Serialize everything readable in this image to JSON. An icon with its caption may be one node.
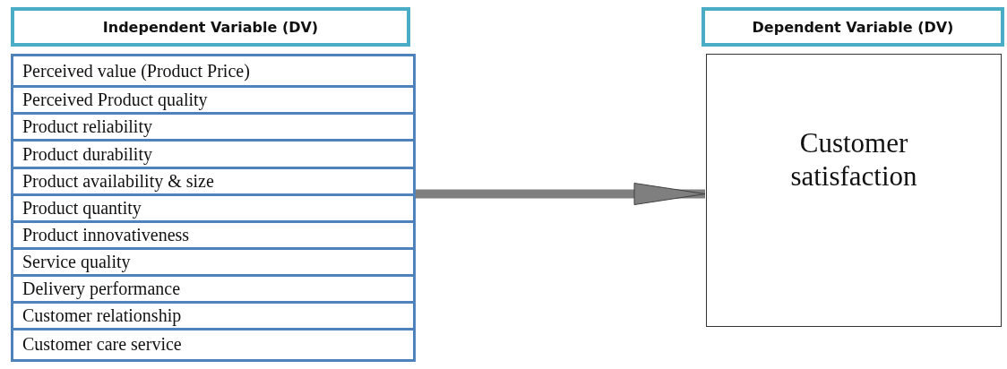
{
  "diagram": {
    "nodes": [
      {
        "text": [
          "Independent Variable (DV)"
        ]
      },
      {
        "text": [],
        "shape": "box"
      },
      {
        "text": [
          "Perceived value (Product Price)"
        ],
        "in": 1
      },
      {
        "text": [
          "Perceived Product quality"
        ],
        "in": 1
      },
      {
        "text": [
          "Product reliability"
        ],
        "in": 1
      },
      {
        "text": [
          "Product durability"
        ],
        "in": 1
      },
      {
        "text": [
          "Product availability & size"
        ],
        "in": 1
      },
      {
        "text": [
          "Product quantity"
        ],
        "in": 1
      },
      {
        "text": [
          "Product innovativeness"
        ],
        "in": 1
      },
      {
        "text": [
          "Service quality"
        ],
        "in": 1
      },
      {
        "text": [
          "Delivery performance"
        ],
        "in": 1
      },
      {
        "text": [
          "Customer relationship"
        ],
        "in": 1
      },
      {
        "text": [
          "Customer care service"
        ],
        "in": 1
      },
      {
        "text": [
          "Dependent Variable (DV)"
        ]
      },
      {
        "text": [
          "Customer satisfaction"
        ]
      }
    ],
    "edges": [
      {
        "from": 1,
        "to": 14,
        "arrow": "to"
      }
    ]
  }
}
